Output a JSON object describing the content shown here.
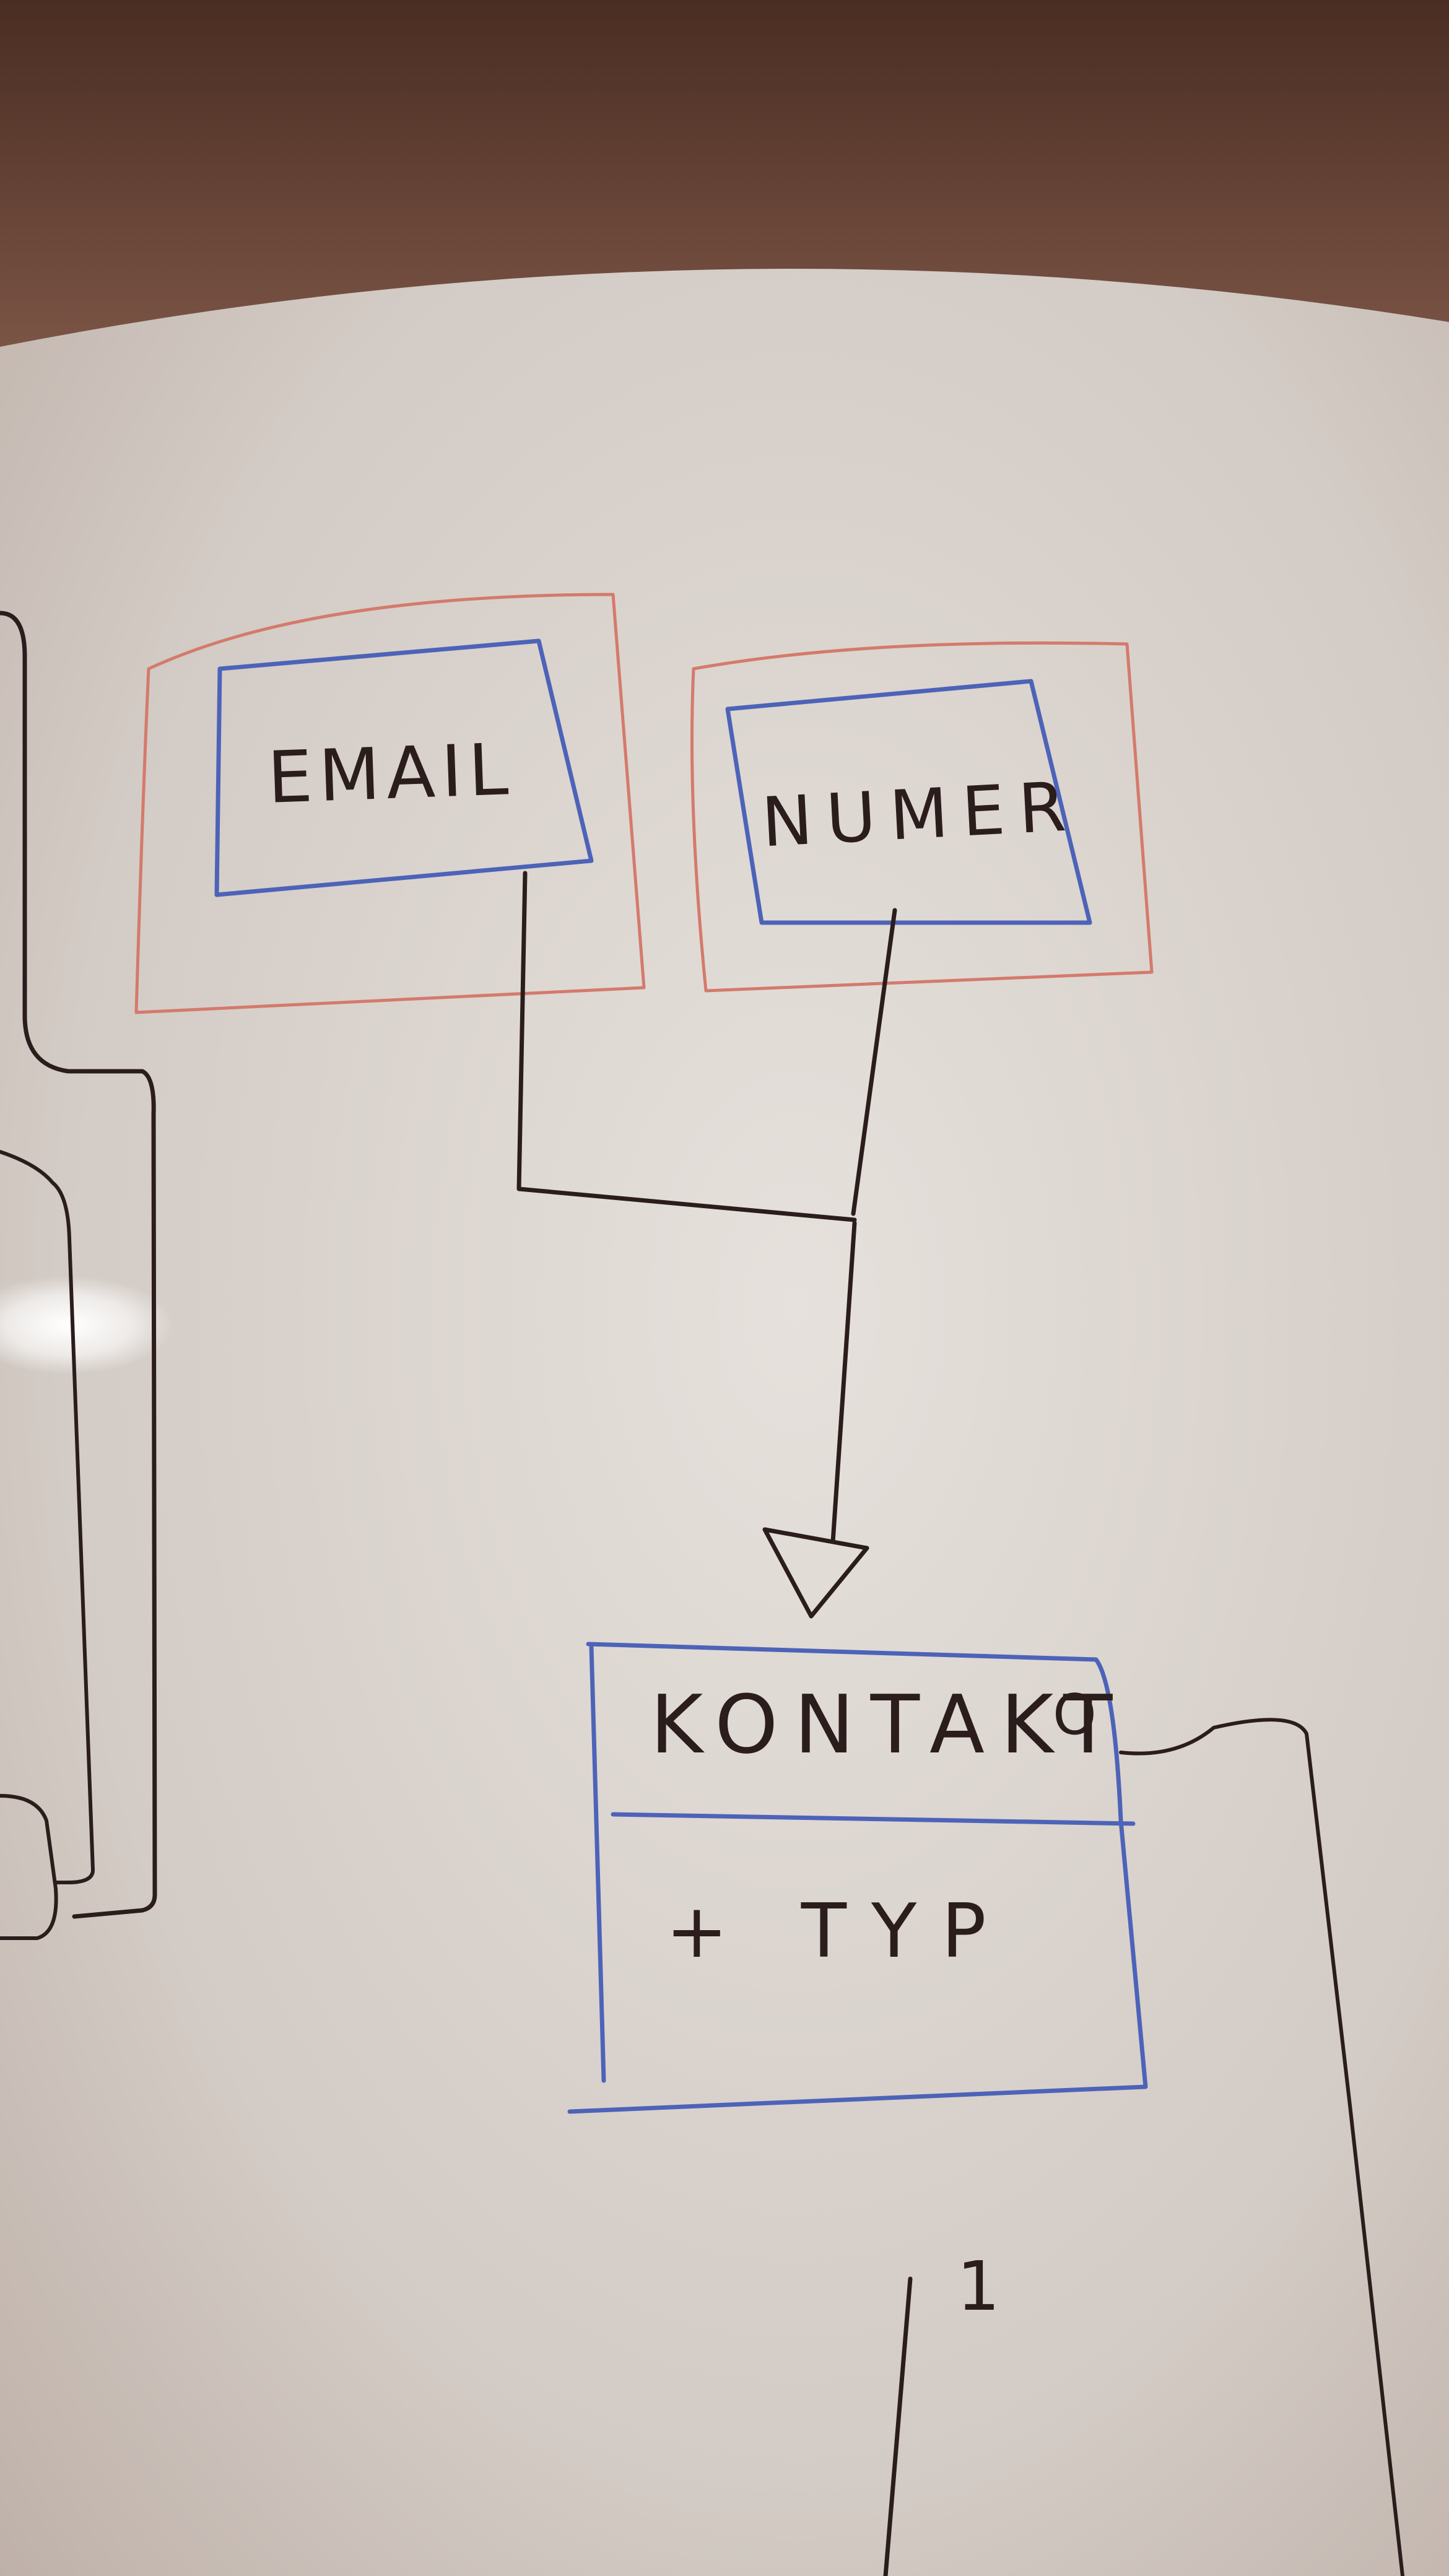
{
  "diagram": {
    "classes": [
      {
        "id": "email",
        "name": "EMAIL",
        "attributes": []
      },
      {
        "id": "numer",
        "name": "NUMER",
        "attributes": []
      },
      {
        "id": "kontakt",
        "name": "KONTAKT",
        "name_suffix": "O",
        "attributes": [
          "+ TYP"
        ]
      }
    ],
    "relations": [
      {
        "type": "generalization",
        "from": [
          "email",
          "numer"
        ],
        "to": "kontakt"
      }
    ],
    "labels": {
      "multiplicity": "1"
    }
  },
  "colors": {
    "board": "#d8d2cc",
    "frame": "#6b4a3a",
    "black_marker": "#2a1d1c",
    "blue_marker": "#4d63b8",
    "red_marker": "#d47a6c"
  }
}
